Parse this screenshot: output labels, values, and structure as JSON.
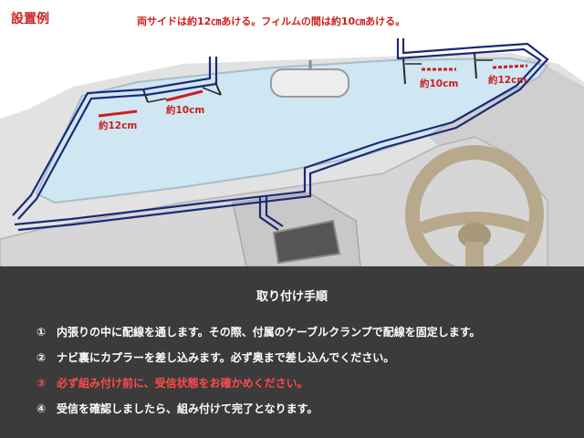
{
  "header": {
    "example_label": "設置例",
    "note": "両サイドは約12㎝あける。フィルムの間は約10㎝あける。"
  },
  "measurements": {
    "left_side": "約12cm",
    "left_gap": "約10cm",
    "right_gap": "約10cm",
    "right_side": "約12cm"
  },
  "colors": {
    "accent_red": "#cc1f1f",
    "cable_navy": "#1b2a78",
    "windshield": "#cfe6f3",
    "panel_bg": "#3b3b3b",
    "steering_wheel": "#b8a98c"
  },
  "procedure": {
    "title": "取り付け手順",
    "steps": [
      {
        "num": "①",
        "text": "内張りの中に配線を通します。その際、付属のケーブルクランプで配線を固定します。"
      },
      {
        "num": "②",
        "text": "ナビ裏にカプラーを差し込みます。必ず奥まで差し込んでください。"
      },
      {
        "num": "③",
        "text": "必ず組み付け前に、受信状態をお確かめください。"
      },
      {
        "num": "④",
        "text": "受信を確認しましたら、組み付けて完了となります。"
      }
    ]
  }
}
